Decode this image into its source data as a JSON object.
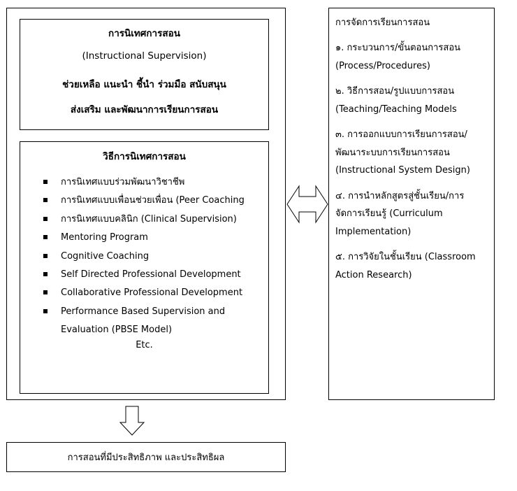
{
  "supervision": {
    "title": "การนิเทศการสอน",
    "subtitle": "(Instructional  Supervision)",
    "line1": "ช่วยเหลือ  แนะนำ  ชี้นำ  ร่วมมือ  สนับสนุน",
    "line2": "ส่งเสริม  และพัฒนาการเรียนการสอน"
  },
  "methods": {
    "title": "วิธีการนิเทศการสอน",
    "items": [
      {
        "text": "การนิเทศแบบร่วมพัฒนาวิชาชีพ"
      },
      {
        "text": "การนิเทศแบบเพื่อนช่วยเพื่อน  (Peer Coaching"
      },
      {
        "text": "การนิเทศแบบคลินิก  (Clinical Supervision)"
      },
      {
        "text": "Mentoring Program"
      },
      {
        "text": "Cognitive  Coaching"
      },
      {
        "text": "Self  Directed Professional  Development"
      },
      {
        "text": "Collaborative  Professional  Development"
      },
      {
        "text": "Performance  Based  Supervision  and",
        "continuation": "Evaluation  (PBSE Model)"
      }
    ],
    "etc": "Etc."
  },
  "management": {
    "title": "การจัดการเรียนการสอน",
    "items": [
      {
        "lines": [
          "๑. กระบวนการ/ขั้นตอนการสอน",
          "(Process/Procedures)"
        ]
      },
      {
        "lines": [
          "๒. วิธีการสอน/รูปแบบการสอน",
          "(Teaching/Teaching Models"
        ]
      },
      {
        "lines": [
          "๓. การออกแบบการเรียนการสอน/",
          "พัฒนาระบบการเรียนการสอน",
          "(Instructional  System  Design)"
        ]
      },
      {
        "lines": [
          "๔. การนำหลักสูตรสู่ชั้นเรียน/การ",
          "จัดการเรียนรู้ (Curriculum",
          "Implementation)"
        ]
      },
      {
        "lines": [
          "๕. การวิจัยในชั้นเรียน (Classroom",
          "Action Research)"
        ]
      }
    ]
  },
  "outcome": {
    "text": "การสอนที่มีประสิทธิภาพ และประสิทธิผล"
  }
}
